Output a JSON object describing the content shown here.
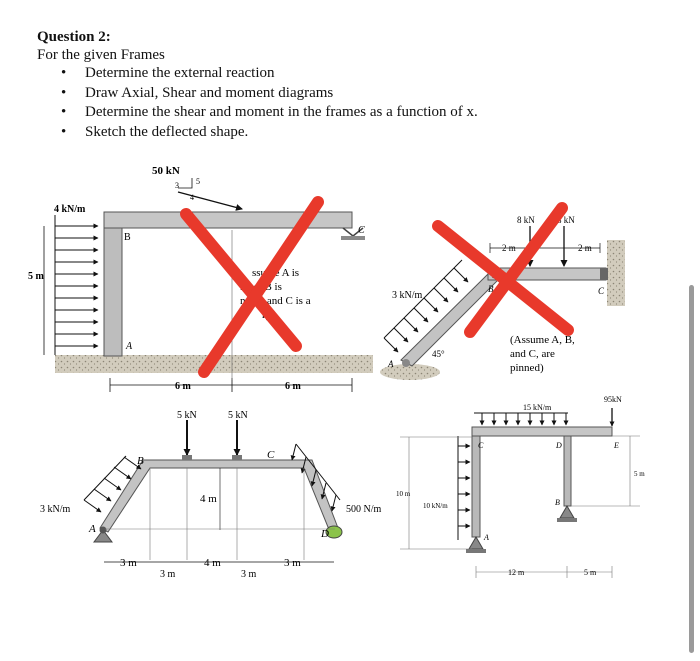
{
  "question": {
    "title": "Question 2:",
    "intro": "For the given Frames",
    "bullets": [
      "Determine the external reaction",
      "Draw Axial, Shear and moment diagrams",
      "Determine the shear and moment in the frames as a function of x.",
      "Sketch the deflected shape."
    ]
  },
  "frame1": {
    "load_label": "50 kN",
    "slope_3": "3",
    "slope_4": "4",
    "slope_5": "5",
    "dist_load": "4 kN/m",
    "height": "5 m",
    "node_b": "B",
    "node_a": "A",
    "node_c": "C",
    "note": "ssume A is\nixed, B is\nnned, and C is a\nr)",
    "span_left": "6 m",
    "span_right": "6 m"
  },
  "frame2": {
    "load_1": "8 kN",
    "load_2": "8 kN",
    "dim_1": "2 m",
    "dim_2": "2 m",
    "dist_load": "3 kN/m",
    "angle": "45°",
    "node_a": "A",
    "node_b": "B",
    "node_c": "C",
    "note_line1": "(Assume A, B,",
    "note_line2": "and C, are",
    "note_line3": "pinned)"
  },
  "frame3": {
    "load_1": "5 kN",
    "load_2": "5 kN",
    "height": "4 m",
    "dist_load_left": "3 kN/m",
    "dist_load_right": "500 N/m",
    "node_a": "A",
    "node_b": "B",
    "node_c": "C",
    "node_d": "D",
    "dim_1": "3 m",
    "dim_2": "3 m",
    "dim_3": "4 m",
    "dim_4": "3 m",
    "dim_5": "3 m"
  },
  "frame4": {
    "dist_load_top": "15 kN/m",
    "point_load": "95kN",
    "height_left": "10 m",
    "height_right": "5 m",
    "dist_load_side": "10 kN/m",
    "node_a": "A",
    "node_b": "B",
    "node_c": "C",
    "node_d": "D",
    "node_e": "E",
    "span_1": "12 m",
    "span_2": "5 m"
  },
  "colors": {
    "cross_mark": "#e8392b",
    "member": "#b9b9b9",
    "ground": "#c8c2b2"
  }
}
